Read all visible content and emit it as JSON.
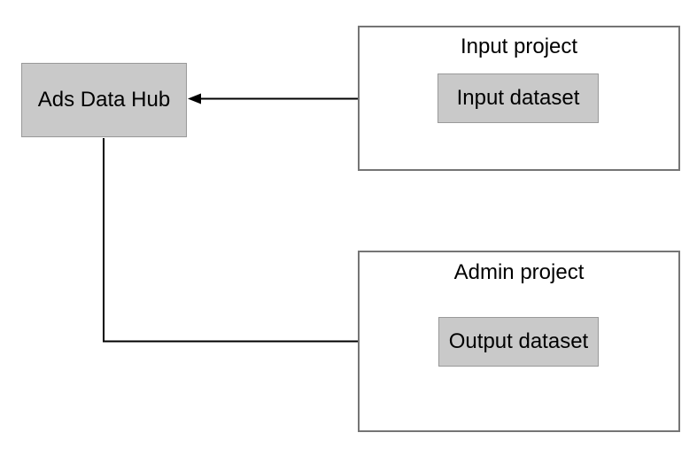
{
  "diagram": {
    "type": "flow-diagram",
    "nodes": {
      "ads_data_hub": {
        "label": "Ads Data Hub"
      },
      "input_dataset": {
        "label": "Input dataset"
      },
      "output_dataset": {
        "label": "Output dataset"
      }
    },
    "containers": {
      "input_project": {
        "label": "Input project",
        "contains": [
          "Input dataset"
        ]
      },
      "admin_project": {
        "label": "Admin project",
        "contains": [
          "Output dataset"
        ]
      }
    },
    "edges": [
      {
        "from": "Input dataset",
        "to": "Ads Data Hub",
        "shape": "straight-left-arrow"
      },
      {
        "from": "Ads Data Hub",
        "to": "Output dataset",
        "shape": "elbow-down-right-arrow"
      }
    ],
    "colors": {
      "node_fill": "#c9c9c9",
      "node_border": "#999999",
      "container_border": "#757575",
      "connector": "#000000",
      "background": "#ffffff",
      "text": "#000000"
    }
  }
}
